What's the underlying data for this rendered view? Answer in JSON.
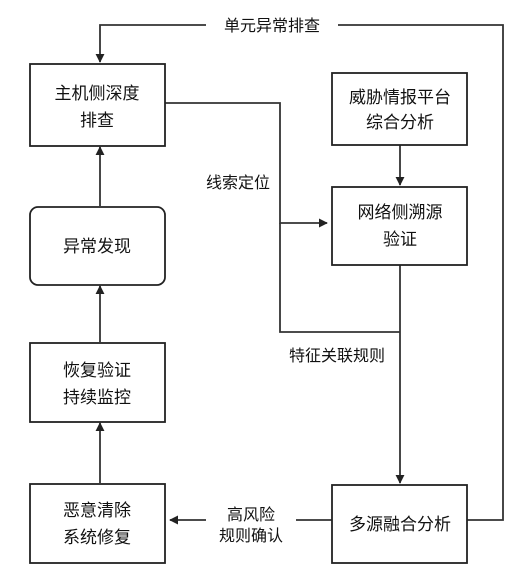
{
  "nodes": {
    "host": [
      "主机侧深度",
      "排查"
    ],
    "anomaly": [
      "异常发现"
    ],
    "recover": [
      "恢复验证",
      "持续监控"
    ],
    "cleanup": [
      "恶意清除",
      "系统修复"
    ],
    "threat": [
      "威胁情报平台",
      "综合分析"
    ],
    "network": [
      "网络侧溯源",
      "验证"
    ],
    "fusion": [
      "多源融合分析"
    ]
  },
  "edge_labels": {
    "single_unit": "单元异常排查",
    "clue": "线索定位",
    "feature": "特征关联规则",
    "high_risk": [
      "高风险",
      "规则确认"
    ]
  }
}
